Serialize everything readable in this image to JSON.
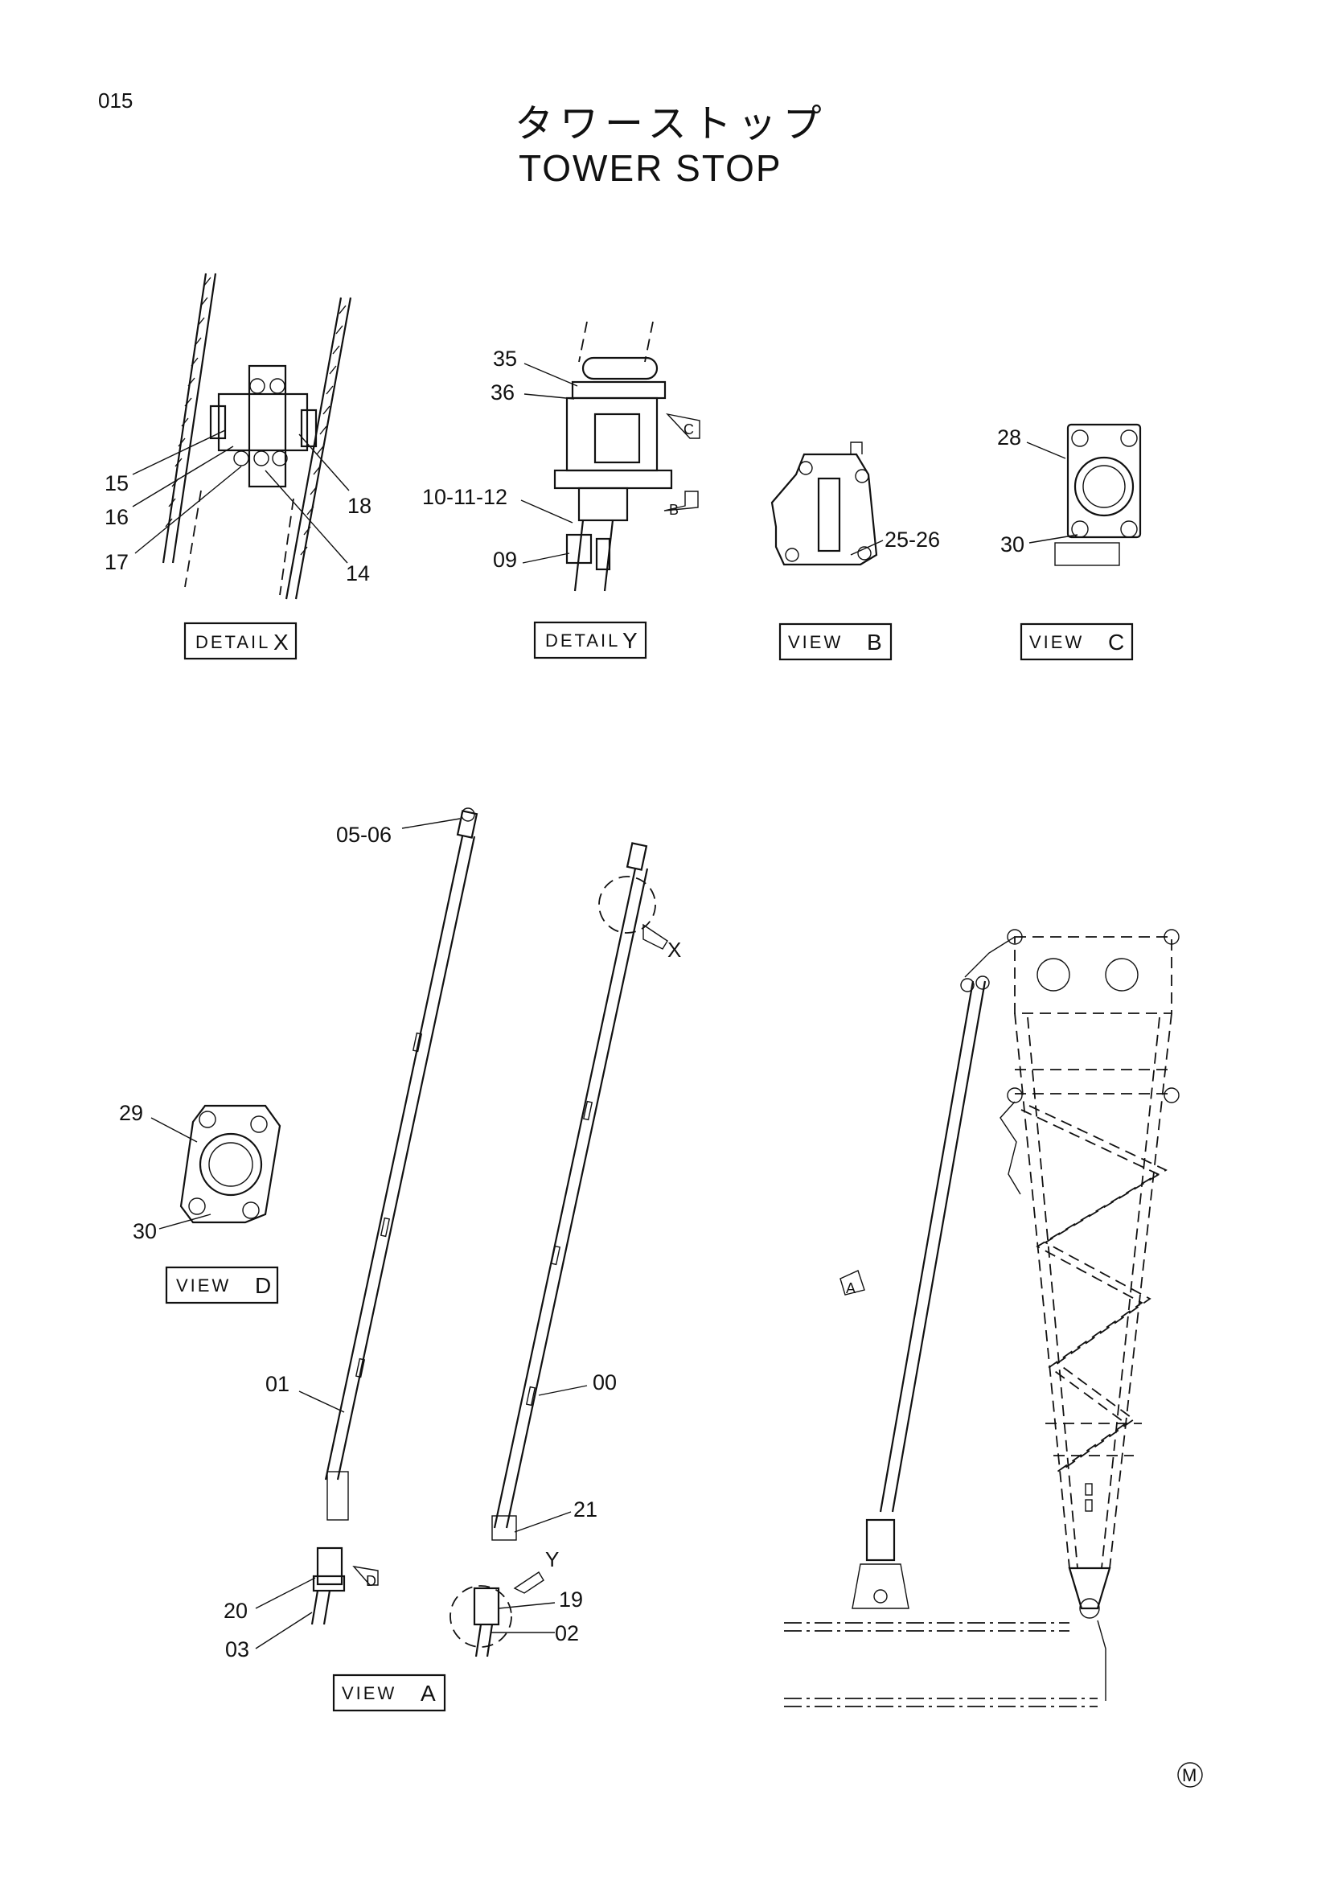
{
  "page_number": "015",
  "title_jp": "タワーストップ",
  "title_en": "TOWER STOP",
  "view_captions": {
    "detail_x": {
      "word": "DETAIL",
      "letter": "X"
    },
    "detail_y": {
      "word": "DETAIL",
      "letter": "Y"
    },
    "view_b": {
      "word": "VIEW",
      "letter": "B"
    },
    "view_c": {
      "word": "VIEW",
      "letter": "C"
    },
    "view_d": {
      "word": "VIEW",
      "letter": "D"
    },
    "view_a": {
      "word": "VIEW",
      "letter": "A"
    }
  },
  "part_labels": {
    "p15": "15",
    "p16": "16",
    "p17": "17",
    "p14": "14",
    "p18": "18",
    "p35": "35",
    "p36": "36",
    "p10_11_12": "10-11-12",
    "p09": "09",
    "p25_26": "25-26",
    "p28": "28",
    "p30c": "30",
    "p29": "29",
    "p30d": "30",
    "p05_06": "05-06",
    "p01": "01",
    "p00": "00",
    "p21": "21",
    "p19": "19",
    "p02": "02",
    "p20": "20",
    "p03": "03"
  },
  "view_markers": {
    "x": "X",
    "y": "Y",
    "a": "A",
    "b": "B",
    "c": "C",
    "d": "D"
  },
  "corner_mark": "M"
}
